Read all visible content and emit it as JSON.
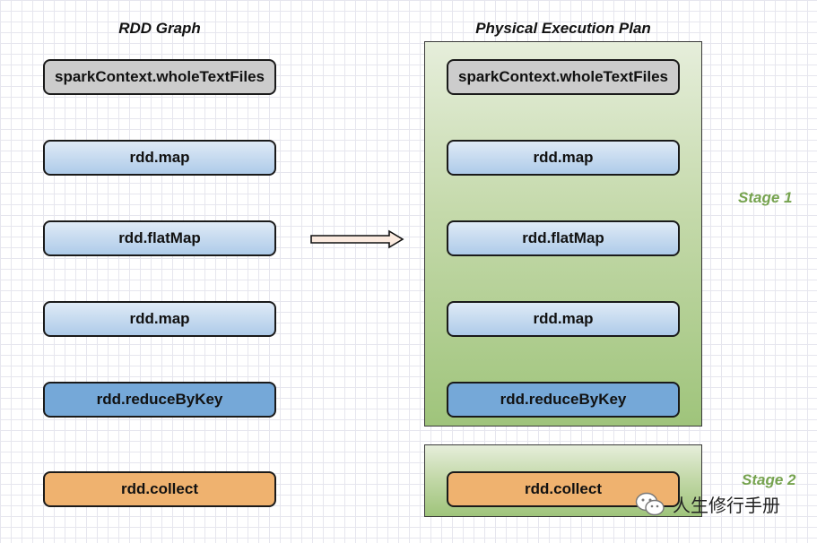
{
  "headings": {
    "left": "RDD Graph",
    "right": "Physical Execution Plan"
  },
  "rdd_graph": {
    "nodes": [
      {
        "label": "sparkContext.wholeTextFiles",
        "color": "#cccccc"
      },
      {
        "label": "rdd.map",
        "color": "#aecbe9"
      },
      {
        "label": "rdd.flatMap",
        "color": "#aecbe9"
      },
      {
        "label": "rdd.map",
        "color": "#aecbe9"
      },
      {
        "label": "rdd.reduceByKey",
        "color": "#75a8d8"
      },
      {
        "label": "rdd.collect",
        "color": "#efb26f"
      }
    ]
  },
  "physical_plan": {
    "stage1": {
      "label": "Stage 1",
      "nodes": [
        {
          "label": "sparkContext.wholeTextFiles"
        },
        {
          "label": "rdd.map"
        },
        {
          "label": "rdd.flatMap"
        },
        {
          "label": "rdd.map"
        },
        {
          "label": "rdd.reduceByKey"
        }
      ]
    },
    "stage2": {
      "label": "Stage 2",
      "nodes": [
        {
          "label": "rdd.collect"
        }
      ]
    }
  },
  "colors": {
    "stage_label": "#76a34f",
    "stage_fill_top": "#e6eedb",
    "stage_fill_bottom": "#9fc47b"
  },
  "watermark": {
    "icon": "wechat-icon",
    "text": "人生修行手册"
  }
}
